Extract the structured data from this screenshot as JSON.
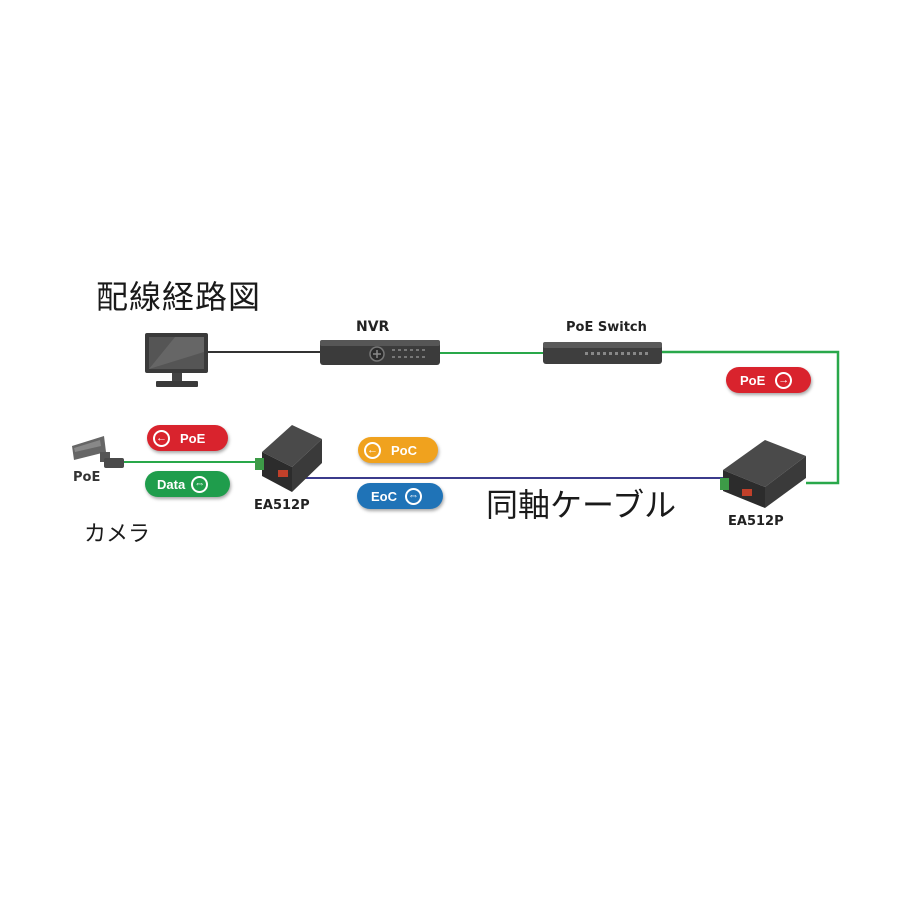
{
  "title": "配線経路図",
  "labels": {
    "nvr": "NVR",
    "poe_switch": "PoE Switch",
    "camera_poe": "PoE",
    "camera_jp": "カメラ",
    "ea_left": "EA512P",
    "ea_right": "EA512P",
    "coax_jp": "同軸ケーブル"
  },
  "badges": {
    "poe_left": "PoE",
    "data": "Data",
    "poc": "PoC",
    "eoc": "EoC",
    "poe_right": "PoE"
  },
  "icons": {
    "left_arrow": "←",
    "right_arrow": "→",
    "both_arrow": "⇔"
  },
  "colors": {
    "green_cable": "#29a84a",
    "coax_cable": "#3b3b8c",
    "black_cable": "#333333",
    "poe_badge": "#d9232d",
    "data_badge": "#1f9d4c",
    "poc_badge": "#f0a21e",
    "eoc_badge": "#1f73b7"
  }
}
